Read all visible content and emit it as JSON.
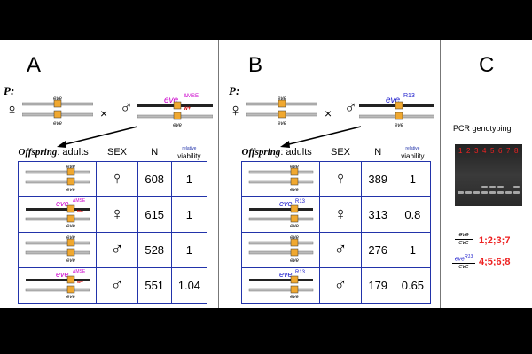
{
  "panel_A": {
    "letter": "A",
    "parent_label": "P:",
    "cross_symbol": "×",
    "female_symbol": "♀",
    "male_symbol": "♂",
    "gene_label": "eve",
    "allele_label": "eve",
    "allele_superscript": "ΔMSE",
    "marker_label": "w+",
    "offspring_title": "Offspring",
    "offspring_suffix": ": adults",
    "col_sex": "SEX",
    "col_n": "N",
    "col_viability_small": "relative",
    "col_viability": "viability",
    "rows": [
      {
        "sex": "♀",
        "n": "608",
        "viability": "1"
      },
      {
        "sex": "♀",
        "n": "615",
        "viability": "1"
      },
      {
        "sex": "♂",
        "n": "528",
        "viability": "1"
      },
      {
        "sex": "♂",
        "n": "551",
        "viability": "1.04"
      }
    ]
  },
  "panel_B": {
    "letter": "B",
    "parent_label": "P:",
    "cross_symbol": "×",
    "female_symbol": "♀",
    "male_symbol": "♂",
    "gene_label": "eve",
    "allele_label": "eve",
    "allele_superscript": "R13",
    "offspring_title": "Offspring",
    "offspring_suffix": ": adults",
    "col_sex": "SEX",
    "col_n": "N",
    "col_viability_small": "relative",
    "col_viability": "viability",
    "rows": [
      {
        "sex": "♀",
        "n": "389",
        "viability": "1"
      },
      {
        "sex": "♀",
        "n": "313",
        "viability": "0.8"
      },
      {
        "sex": "♂",
        "n": "276",
        "viability": "1"
      },
      {
        "sex": "♂",
        "n": "179",
        "viability": "0.65"
      }
    ]
  },
  "panel_C": {
    "letter": "C",
    "title": "PCR genotyping",
    "lanes": [
      "1",
      "2",
      "3",
      "4",
      "5",
      "6",
      "7",
      "8"
    ],
    "legend": [
      {
        "genotype_top": "eve",
        "genotype_bottom": "eve",
        "superscript": "",
        "lanes": "1;2;3;7"
      },
      {
        "genotype_top": "eve",
        "genotype_bottom": "eve",
        "superscript": "R13",
        "lanes": "4;5;6;8"
      }
    ]
  },
  "colors": {
    "table_border": "#2233aa",
    "allele_dmse": "#cc00cc",
    "allele_r13": "#1a1acc",
    "marker": "#cc0000",
    "gene_box": "#f0a830",
    "lane_label": "#ee2222",
    "legend_lanes": "#ee2222"
  }
}
